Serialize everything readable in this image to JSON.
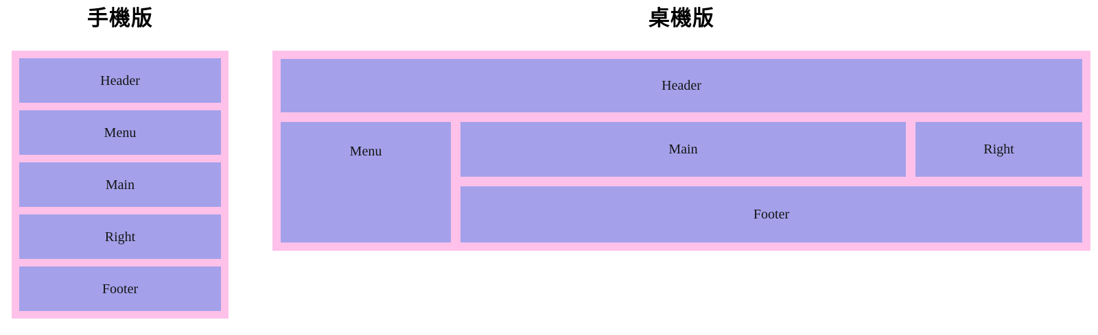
{
  "colors": {
    "panel-pink": "#ffc1e9",
    "box-purple": "#a4a1ea",
    "label-text": "#141414",
    "title-text": "#000000"
  },
  "mobile": {
    "title": "手機版",
    "boxes": [
      "Header",
      "Menu",
      "Main",
      "Right",
      "Footer"
    ]
  },
  "desktop": {
    "title": "桌機版",
    "boxes": [
      "Header",
      "Menu",
      "Main",
      "Right",
      "Footer"
    ]
  }
}
